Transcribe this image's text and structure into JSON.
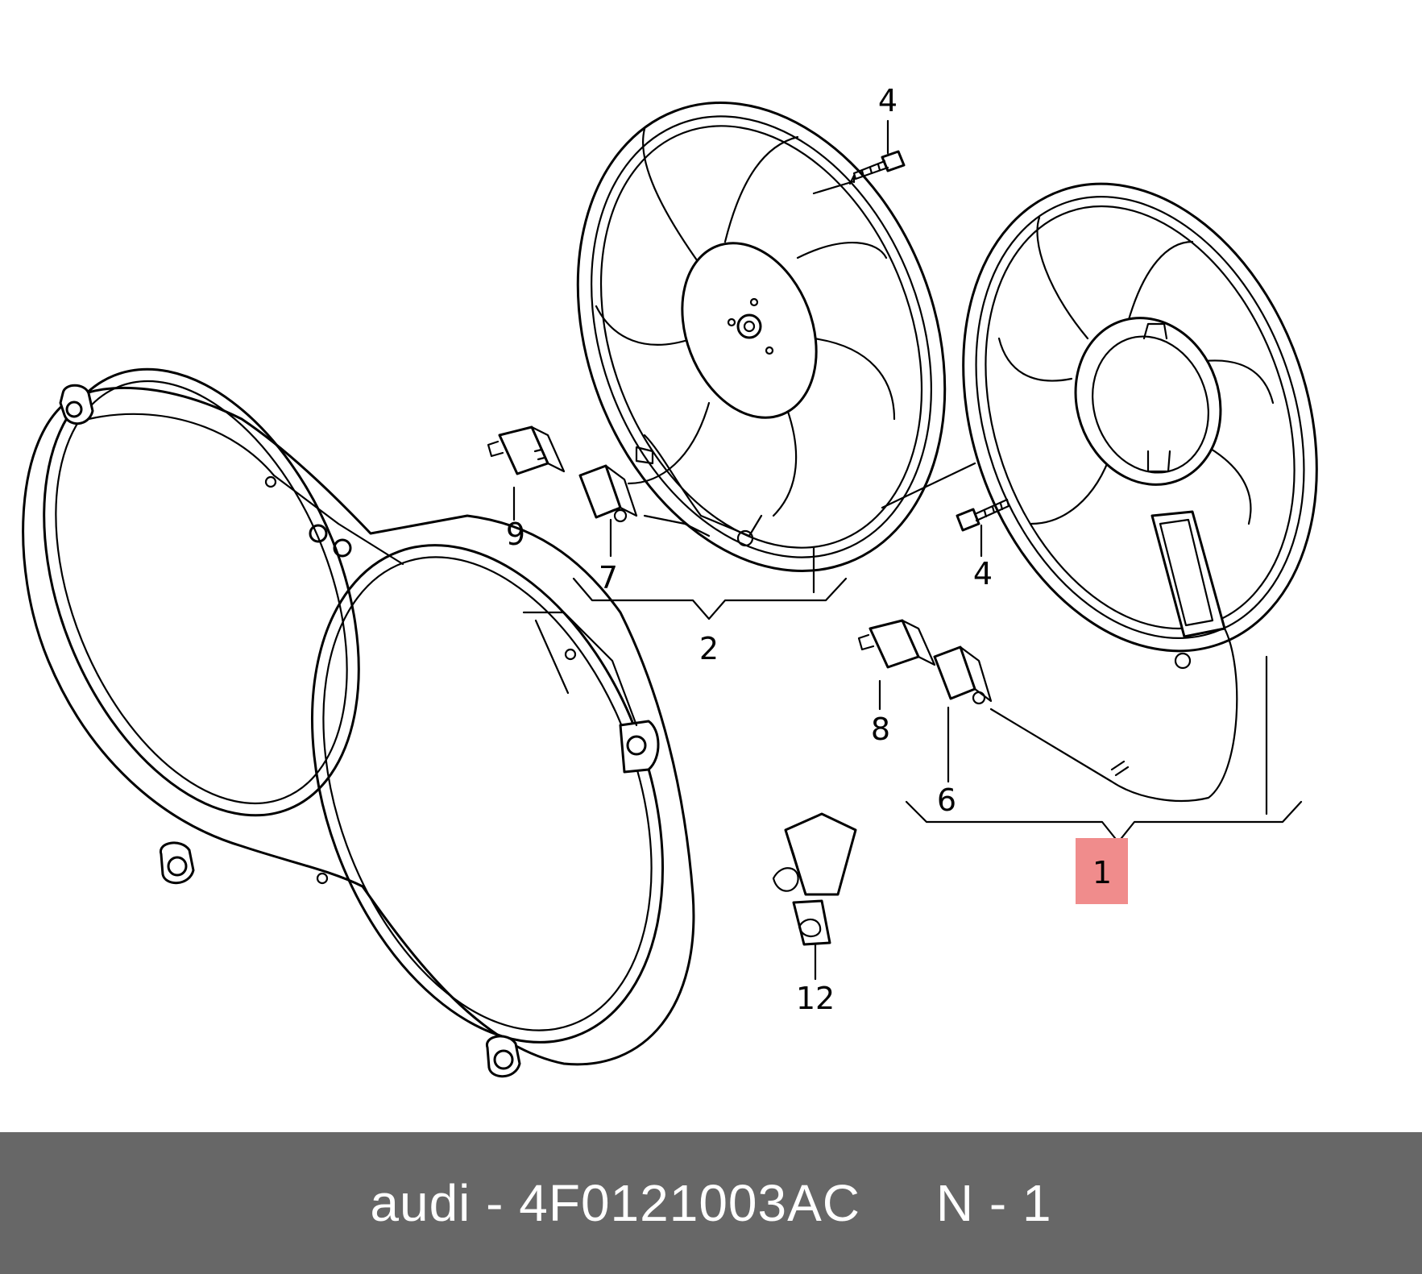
{
  "colors": {
    "background": "#ffffff",
    "line": "#000000",
    "highlight": "#f08c8c",
    "footer_background": "#676767",
    "footer_text": "#ffffff"
  },
  "callouts": [
    {
      "id": "4a",
      "label": "4"
    },
    {
      "id": "9",
      "label": "9"
    },
    {
      "id": "7",
      "label": "7"
    },
    {
      "id": "2",
      "label": "2"
    },
    {
      "id": "4b",
      "label": "4"
    },
    {
      "id": "8",
      "label": "8"
    },
    {
      "id": "6",
      "label": "6"
    },
    {
      "id": "1",
      "label": "1",
      "highlighted": true
    },
    {
      "id": "12",
      "label": "12"
    }
  ],
  "footer": {
    "text": "audi - 4F0121003AC     N - 1"
  }
}
